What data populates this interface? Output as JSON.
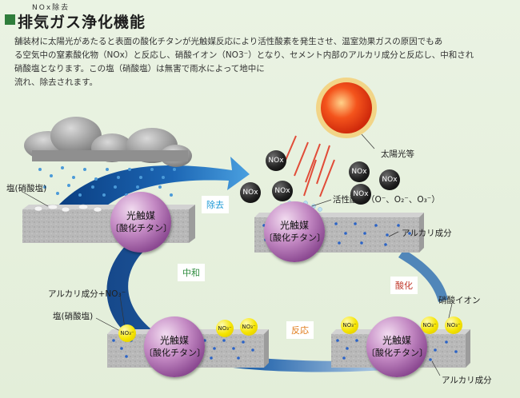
{
  "header": {
    "supertitle": "NOx除去",
    "title": "排気ガス浄化機能"
  },
  "description": [
    "舗装材に太陽光があたると表面の酸化チタンが光触媒反応により活性酸素を発生させ、温室効果ガスの原因でもあ",
    "る空気中の窒素酸化物（NOx）と反応し、硝酸イオン（NO3⁻）となり、セメント内部のアルカリ成分と反応し、中和され",
    "硝酸塩となります。この塩（硝酸塩）は無害で雨水によって地中に",
    "流れ、除去されます。"
  ],
  "labels": {
    "salt_top": "塩(硝酸塩)",
    "sunlight": "太陽光等",
    "active_oxygen": "活性酸素（O⁻、O₂⁻、O₃⁻）",
    "alkali_right": "アルカリ成分",
    "nitrate_ion": "硝酸イオン",
    "alkali_no3": "アルカリ成分+NO₃⁻",
    "salt_bottom": "塩(硝酸塩)",
    "alkali_bottom": "アルカリ成分"
  },
  "steps": {
    "removal": "除去",
    "neutralize": "中和",
    "oxidize": "酸化",
    "react": "反応"
  },
  "catalyst": {
    "line1": "光触媒",
    "line2": "〔酸化チタン〕"
  },
  "molecule_label": "NOx",
  "ion_label": "NO₃⁻",
  "colors": {
    "title_square": "#2f7d3b",
    "removal": "#1d9ad6",
    "neutralize": "#2e8c3e",
    "oxidize": "#c0392b",
    "react": "#e07b1a",
    "arrow": "#0c4f97",
    "catalyst": "#a05ca8",
    "ion": "#f5e400",
    "sun": "#e83a10"
  }
}
